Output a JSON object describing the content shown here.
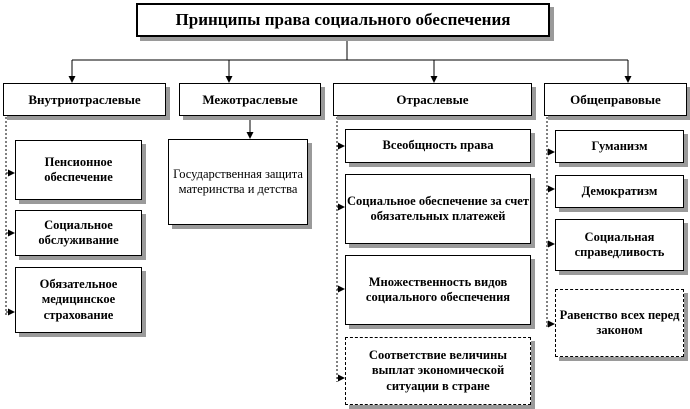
{
  "title": "Принципы права социального обеспечения",
  "categories": [
    {
      "label": "Внутриотраслевые",
      "items": [
        "Пенсионное обеспечение",
        "Социальное обслуживание",
        "Обязательное медицинское страхование"
      ]
    },
    {
      "label": "Межотраслевые",
      "items": [
        "Государственная защита материнства и детства"
      ]
    },
    {
      "label": "Отраслевые",
      "items": [
        "Всеобщность права",
        "Социальное обеспечение за счет обязательных платежей",
        "Множественность видов социального обеспечения",
        "Соответствие величины выплат экономической ситуации в стране"
      ]
    },
    {
      "label": "Общеправовые",
      "items": [
        "Гуманизм",
        "Демократизм",
        "Социальная справедливость",
        "Равенство всех перед законом"
      ]
    }
  ]
}
